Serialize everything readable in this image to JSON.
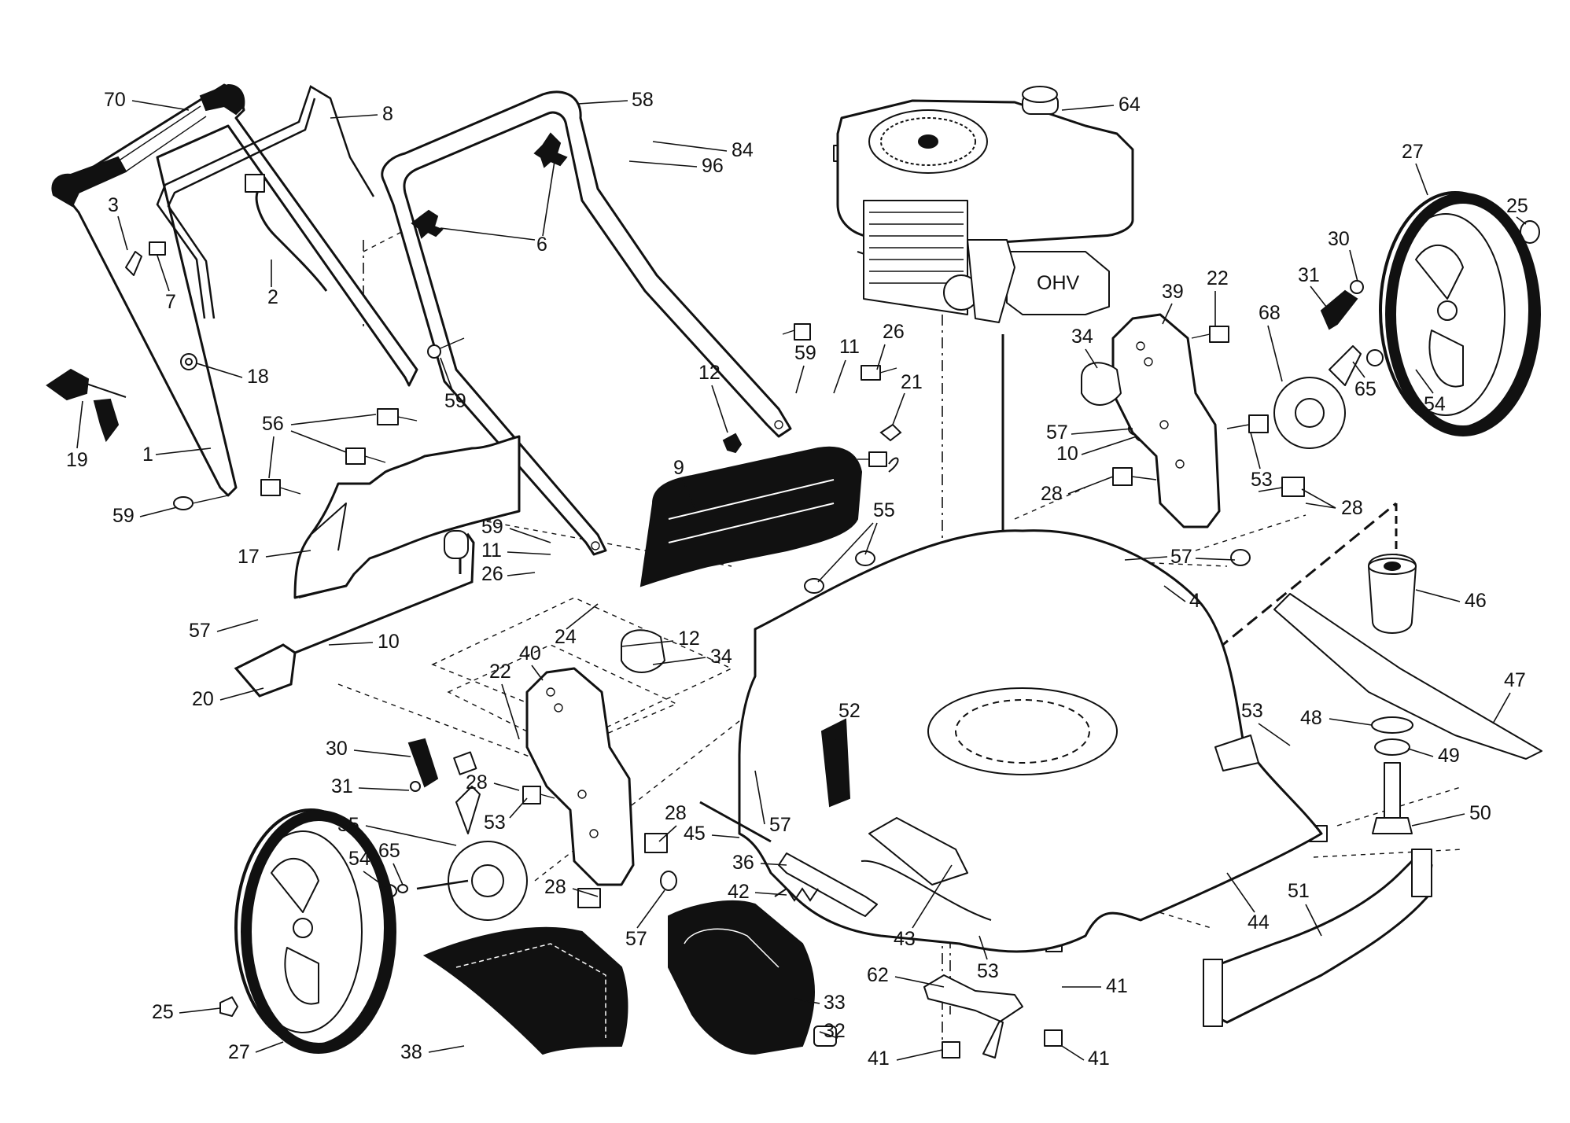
{
  "callouts": [
    {
      "id": "70",
      "text": "70"
    },
    {
      "id": "8",
      "text": "8"
    },
    {
      "id": "58",
      "text": "58"
    },
    {
      "id": "64",
      "text": "64"
    },
    {
      "id": "84",
      "text": "84"
    },
    {
      "id": "96",
      "text": "96"
    },
    {
      "id": "27a",
      "text": "27"
    },
    {
      "id": "25a",
      "text": "25"
    },
    {
      "id": "30a",
      "text": "30"
    },
    {
      "id": "31a",
      "text": "31"
    },
    {
      "id": "3",
      "text": "3"
    },
    {
      "id": "7",
      "text": "7"
    },
    {
      "id": "2",
      "text": "2"
    },
    {
      "id": "6",
      "text": "6"
    },
    {
      "id": "22a",
      "text": "22"
    },
    {
      "id": "39",
      "text": "39"
    },
    {
      "id": "68",
      "text": "68"
    },
    {
      "id": "34a",
      "text": "34"
    },
    {
      "id": "11a",
      "text": "11"
    },
    {
      "id": "26a",
      "text": "26"
    },
    {
      "id": "59a",
      "text": "59"
    },
    {
      "id": "12a",
      "text": "12"
    },
    {
      "id": "21",
      "text": "21"
    },
    {
      "id": "18",
      "text": "18"
    },
    {
      "id": "59b",
      "text": "59"
    },
    {
      "id": "65a",
      "text": "65"
    },
    {
      "id": "54a",
      "text": "54"
    },
    {
      "id": "57a",
      "text": "57"
    },
    {
      "id": "10a",
      "text": "10"
    },
    {
      "id": "53a",
      "text": "53"
    },
    {
      "id": "56",
      "text": "56"
    },
    {
      "id": "19",
      "text": "19"
    },
    {
      "id": "1",
      "text": "1"
    },
    {
      "id": "28a",
      "text": "28"
    },
    {
      "id": "28b",
      "text": "28"
    },
    {
      "id": "9",
      "text": "9"
    },
    {
      "id": "59c",
      "text": "59"
    },
    {
      "id": "55",
      "text": "55"
    },
    {
      "id": "59d",
      "text": "59"
    },
    {
      "id": "17",
      "text": "17"
    },
    {
      "id": "11b",
      "text": "11"
    },
    {
      "id": "26b",
      "text": "26"
    },
    {
      "id": "57b",
      "text": "57"
    },
    {
      "id": "4",
      "text": "4"
    },
    {
      "id": "46",
      "text": "46"
    },
    {
      "id": "24",
      "text": "24"
    },
    {
      "id": "12b",
      "text": "12"
    },
    {
      "id": "57c",
      "text": "57"
    },
    {
      "id": "10b",
      "text": "10"
    },
    {
      "id": "34b",
      "text": "34"
    },
    {
      "id": "22b",
      "text": "22"
    },
    {
      "id": "40",
      "text": "40"
    },
    {
      "id": "20",
      "text": "20"
    },
    {
      "id": "47",
      "text": "47"
    },
    {
      "id": "52",
      "text": "52"
    },
    {
      "id": "53b",
      "text": "53"
    },
    {
      "id": "48",
      "text": "48"
    },
    {
      "id": "30b",
      "text": "30"
    },
    {
      "id": "49",
      "text": "49"
    },
    {
      "id": "31b",
      "text": "31"
    },
    {
      "id": "28c",
      "text": "28"
    },
    {
      "id": "57d",
      "text": "57"
    },
    {
      "id": "50",
      "text": "50"
    },
    {
      "id": "53c",
      "text": "53"
    },
    {
      "id": "28d",
      "text": "28"
    },
    {
      "id": "35",
      "text": "35"
    },
    {
      "id": "45",
      "text": "45"
    },
    {
      "id": "36",
      "text": "36"
    },
    {
      "id": "54b",
      "text": "54"
    },
    {
      "id": "65b",
      "text": "65"
    },
    {
      "id": "42",
      "text": "42"
    },
    {
      "id": "28e",
      "text": "28"
    },
    {
      "id": "44",
      "text": "44"
    },
    {
      "id": "51",
      "text": "51"
    },
    {
      "id": "57e",
      "text": "57"
    },
    {
      "id": "43",
      "text": "43"
    },
    {
      "id": "53d",
      "text": "53"
    },
    {
      "id": "62",
      "text": "62"
    },
    {
      "id": "41a",
      "text": "41"
    },
    {
      "id": "33",
      "text": "33"
    },
    {
      "id": "25b",
      "text": "25"
    },
    {
      "id": "32",
      "text": "32"
    },
    {
      "id": "27b",
      "text": "27"
    },
    {
      "id": "38",
      "text": "38"
    },
    {
      "id": "41b",
      "text": "41"
    },
    {
      "id": "41c",
      "text": "41"
    }
  ],
  "engine_badge": "OHV"
}
